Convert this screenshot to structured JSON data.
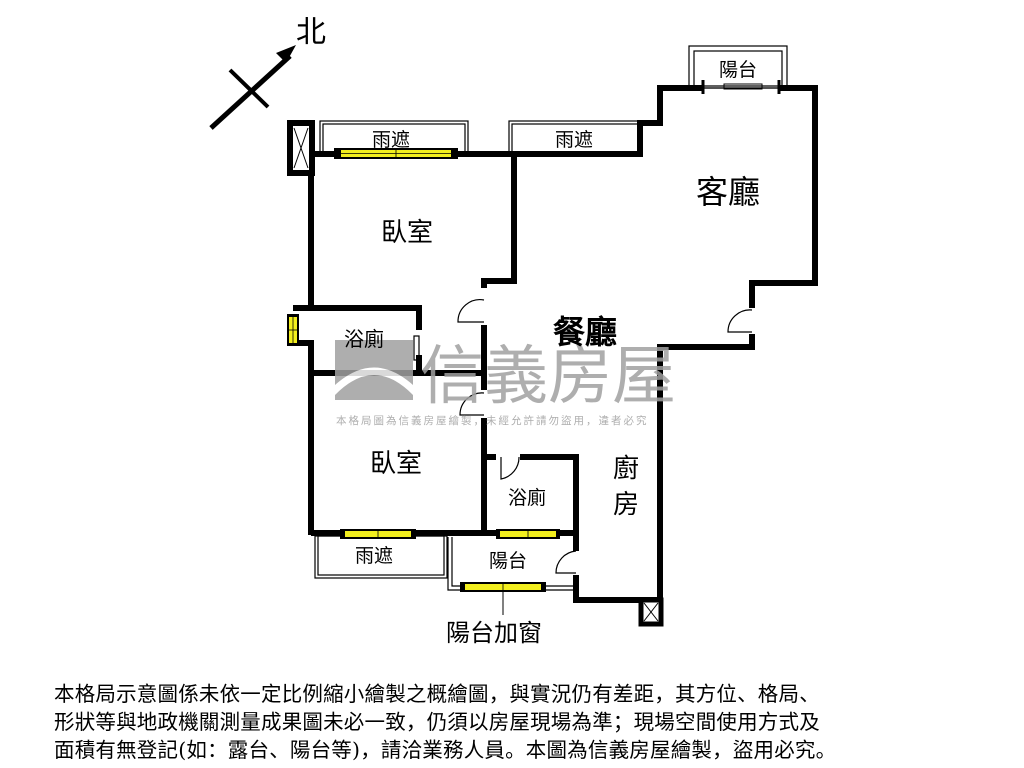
{
  "compass": {
    "label": "北",
    "icon": "north-arrow-icon"
  },
  "rooms": {
    "living_room": "客廳",
    "dining_room": "餐廳",
    "bedroom_1": "臥室",
    "bedroom_2": "臥室",
    "bathroom_1": "浴廁",
    "bathroom_2": "浴廁",
    "kitchen_line1": "廚",
    "kitchen_line2": "房"
  },
  "outdoor": {
    "rain_shelter_1": "雨遮",
    "rain_shelter_2": "雨遮",
    "rain_shelter_3": "雨遮",
    "balcony_top": "陽台",
    "balcony_bottom": "陽台",
    "balcony_window_callout": "陽台加窗"
  },
  "watermark": {
    "brand": "信義房屋",
    "notice": "本格局圖為信義房屋繪製，未經允許請勿盜用，違者必究"
  },
  "colors": {
    "wall": "#000000",
    "window": "#f2ee1e",
    "watermark": "#a0a0a0"
  },
  "disclaimer": {
    "line1": "本格局示意圖係未依一定比例縮小繪製之概繪圖，與實況仍有差距，其方位、格局、",
    "line2": "形狀等與地政機關測量成果圖未必一致，仍須以房屋現場為準；現場空間使用方式及",
    "line3": "面積有無登記(如：露台、陽台等)，請洽業務人員。本圖為信義房屋繪製，盜用必究。"
  }
}
